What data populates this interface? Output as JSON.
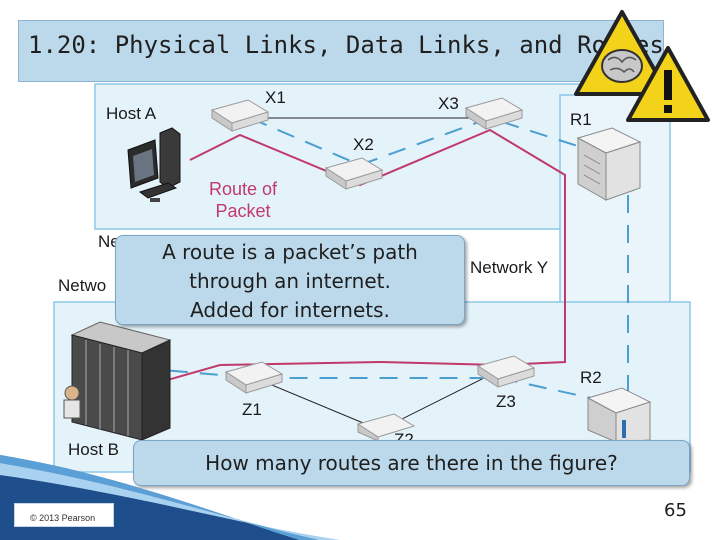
{
  "slide": {
    "title": "1.20: Physical Links, Data Links, and Routes",
    "page_number": "65",
    "copyright": "© 2013 Pearson"
  },
  "diagram": {
    "labels": {
      "host_a": "Host A",
      "host_b": "Host B",
      "x1": "X1",
      "x2": "X2",
      "x3": "X3",
      "r1": "R1",
      "r2": "R2",
      "z1": "Z1",
      "z2": "Z2",
      "z3": "Z3",
      "network_y": "Network Y",
      "network_x_partial": "Ne",
      "network_z_partial": "Netwo",
      "route_of_packet_line1": "Route of",
      "route_of_packet_line2": "Packet"
    },
    "colors": {
      "route": "#c03a6b",
      "dashed_link": "#4a9fd0",
      "network_box_border": "#8cc8e8",
      "network_box_fill": "#e4f2fa"
    }
  },
  "callouts": {
    "route_definition": [
      "A route is a packet’s path",
      "through an internet.",
      "Added for internets."
    ],
    "question": "How many routes are there in the figure?"
  }
}
